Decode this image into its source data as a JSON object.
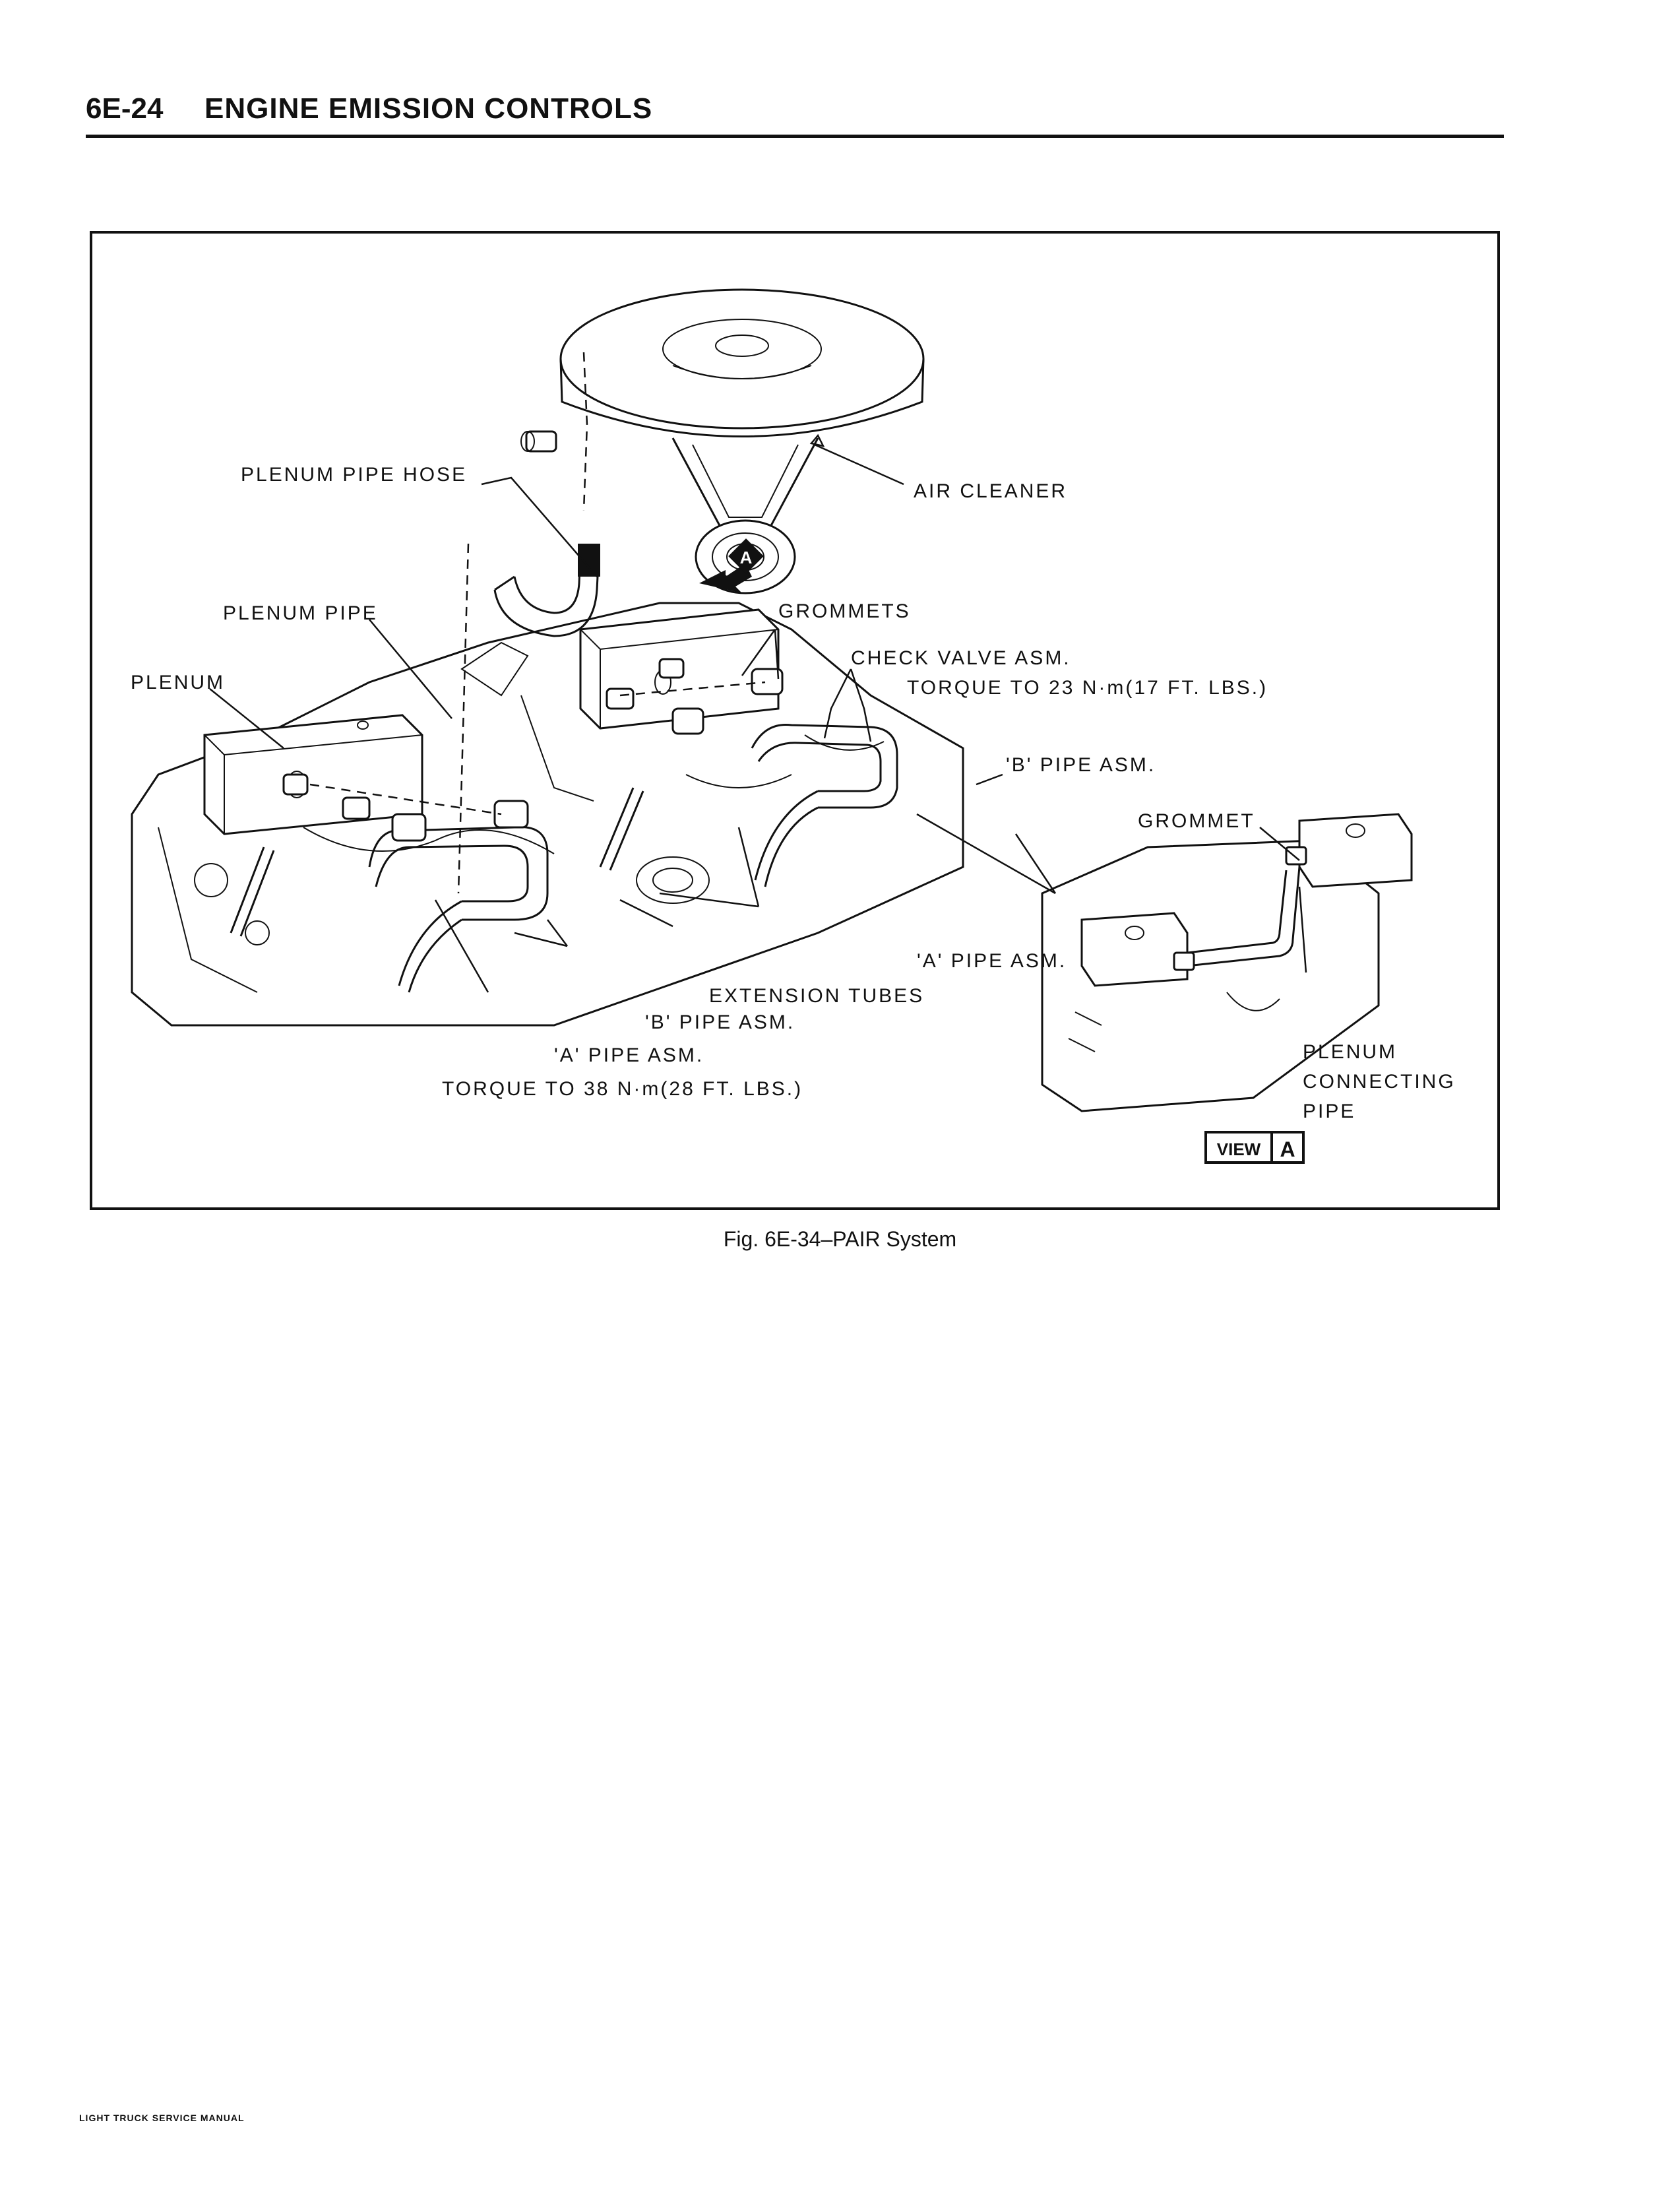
{
  "header": {
    "section": "6E-24",
    "title": "ENGINE EMISSION CONTROLS"
  },
  "figure": {
    "labels": {
      "plenum_pipe_hose": "PLENUM PIPE HOSE",
      "air_cleaner": "AIR CLEANER",
      "plenum_pipe": "PLENUM PIPE",
      "grommets": "GROMMETS",
      "plenum": "PLENUM",
      "check_valve": "CHECK VALVE ASM.",
      "torque_23": "TORQUE TO 23 N·m(17 FT. LBS.)",
      "b_pipe_upper": "'B' PIPE ASM.",
      "grommet": "GROMMET",
      "a_pipe_right": "'A' PIPE ASM.",
      "extension_tubes": "EXTENSION TUBES",
      "b_pipe_lower": "'B' PIPE ASM.",
      "a_pipe_lower": "'A' PIPE ASM.",
      "torque_38": "TORQUE TO 38 N·m(28 FT. LBS.)",
      "plenum_connecting_1": "PLENUM",
      "plenum_connecting_2": "CONNECTING",
      "plenum_connecting_3": "PIPE",
      "view_word": "VIEW",
      "view_letter": "A",
      "arrow_letter": "A"
    },
    "caption": "Fig. 6E-34–PAIR System"
  },
  "footer": {
    "text": "LIGHT TRUCK SERVICE MANUAL"
  }
}
